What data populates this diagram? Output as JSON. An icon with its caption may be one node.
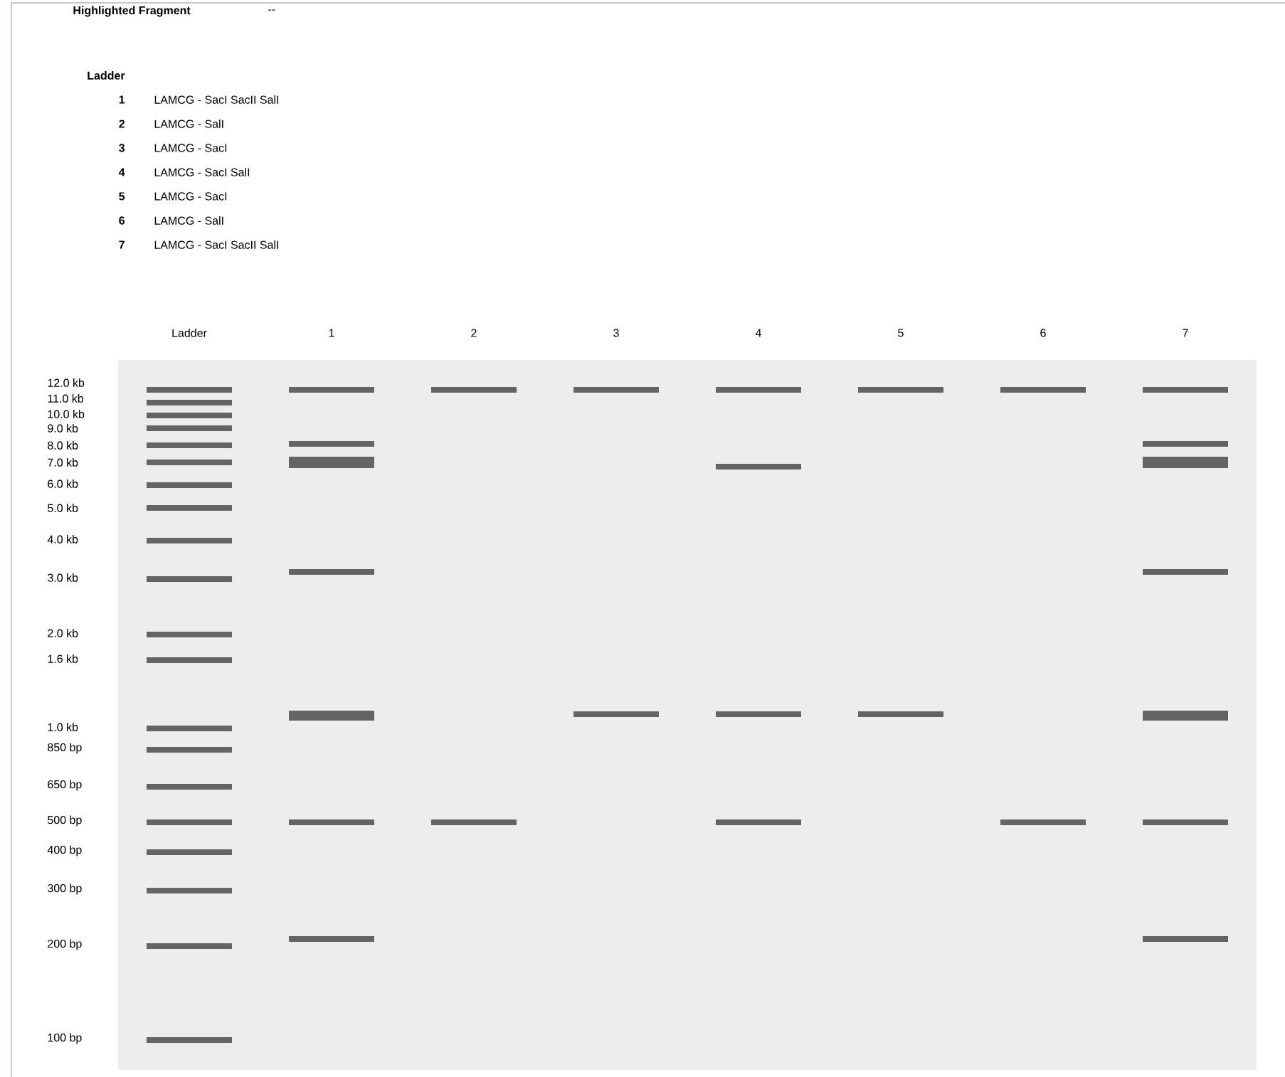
{
  "diagram": {
    "labels": [
      "Highlighted Fragment",
      "--",
      "Ladder",
      "1",
      "LAMCG - SacI SacII SalI",
      "2",
      "LAMCG - SalI",
      "3",
      "LAMCG - SacI",
      "4",
      "LAMCG - SacI SalI",
      "5",
      "LAMCG - SacI",
      "6",
      "LAMCG - SalI",
      "7",
      "LAMCG - SacI SacII SalI",
      "Ladder",
      "1",
      "2",
      "3",
      "4",
      "5",
      "6",
      "7",
      "12.0 kb",
      "11.0 kb",
      "10.0 kb",
      "9.0 kb",
      "8.0 kb",
      "7.0 kb",
      "6.0 kb",
      "5.0 kb",
      "4.0 kb",
      "3.0 kb",
      "2.0 kb",
      "1.6 kb",
      "1.0 kb",
      "850 bp",
      "650 bp",
      "500 bp",
      "400 bp",
      "300 bp",
      "200 bp",
      "100 bp"
    ]
  }
}
